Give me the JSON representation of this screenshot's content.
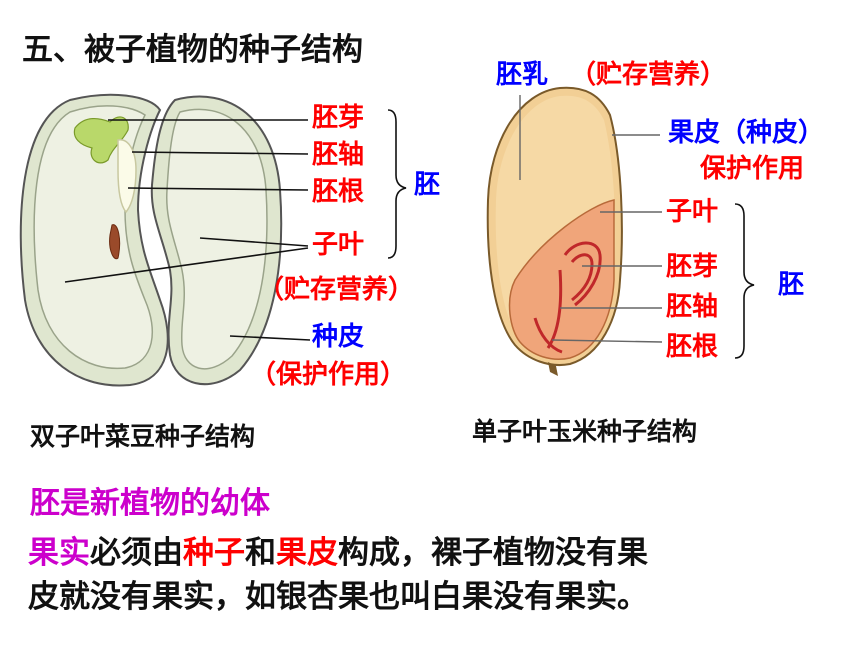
{
  "title": "五、被子植物的种子结构",
  "bean": {
    "labels": {
      "plumule": "胚芽",
      "hypocotyl": "胚轴",
      "radicle": "胚根",
      "embryo": "胚",
      "cotyledon": "子叶",
      "cotyledon_note": "（贮存营养）",
      "seed_coat": "种皮",
      "seed_coat_note": "（保护作用）"
    },
    "caption": "双子叶菜豆种子结构"
  },
  "corn": {
    "labels": {
      "endosperm": "胚乳",
      "endosperm_note": "（贮存营养）",
      "pericarp": "果皮（种皮）",
      "pericarp_note": "保护作用",
      "cotyledon": "子叶",
      "plumule": "胚芽",
      "hypocotyl": "胚轴",
      "radicle": "胚根",
      "embryo": "胚"
    },
    "caption": "单子叶玉米种子结构"
  },
  "statement": "胚是新植物的幼体",
  "paragraph": {
    "w1": "果实",
    "t1": "必须由",
    "w2": "种子",
    "t2": "和",
    "w3": "果皮",
    "t3": "构成，裸子植物没有果",
    "line2": "皮就没有果实，如银杏果也叫白果没有果实。"
  }
}
